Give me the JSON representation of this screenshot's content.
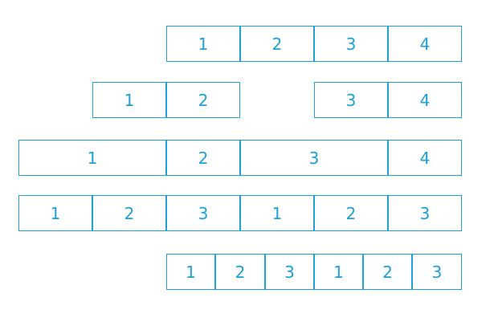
{
  "colors": {
    "accent": "#1ca0d6",
    "background": "#ffffff"
  },
  "rows": [
    {
      "name": "row-1",
      "cells": [
        {
          "label": "1"
        },
        {
          "label": "2"
        },
        {
          "label": "3"
        },
        {
          "label": "4"
        }
      ]
    },
    {
      "name": "row-2",
      "cells": [
        {
          "label": "1"
        },
        {
          "label": "2"
        },
        {
          "label": "3"
        },
        {
          "label": "4"
        }
      ]
    },
    {
      "name": "row-3",
      "cells": [
        {
          "label": "1"
        },
        {
          "label": "2"
        },
        {
          "label": "3"
        },
        {
          "label": "4"
        }
      ]
    },
    {
      "name": "row-4",
      "cells": [
        {
          "label": "1"
        },
        {
          "label": "2"
        },
        {
          "label": "3"
        },
        {
          "label": "1"
        },
        {
          "label": "2"
        },
        {
          "label": "3"
        }
      ]
    },
    {
      "name": "row-5",
      "cells": [
        {
          "label": "1"
        },
        {
          "label": "2"
        },
        {
          "label": "3"
        },
        {
          "label": "1"
        },
        {
          "label": "2"
        },
        {
          "label": "3"
        }
      ]
    }
  ]
}
